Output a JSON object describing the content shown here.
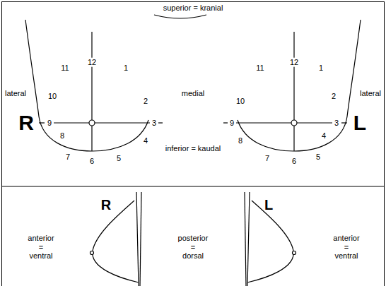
{
  "diagram": {
    "labels": [
      "superior = kranial",
      "lateral",
      "medial",
      "lateral",
      "R",
      "L",
      "inferior = kaudal",
      "12",
      "1",
      "2",
      "3",
      "4",
      "5",
      "6",
      "7",
      "8",
      "9",
      "10",
      "11",
      "12",
      "1",
      "2",
      "3",
      "4",
      "5",
      "6",
      "7",
      "8",
      "9",
      "10",
      "11",
      "R",
      "L",
      "anterior = ventral",
      "posterior = dorsal",
      "anterior = ventral"
    ]
  }
}
